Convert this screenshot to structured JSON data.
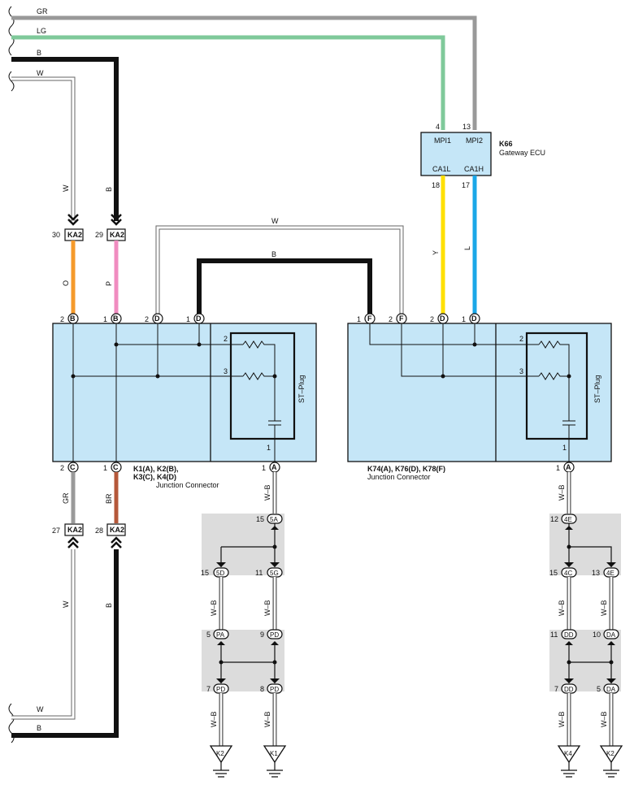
{
  "harness_wires": {
    "gr": "GR",
    "lg": "LG",
    "b_top": "B",
    "w_top": "W",
    "w_bottom": "W",
    "b_bottom": "B"
  },
  "wire_colors": {
    "GR": "#999999",
    "LG": "#7fc99a",
    "B": "#111111",
    "O": "#f59a2b",
    "P": "#f08cc0",
    "BR": "#b5583a",
    "Y": "#ffe000",
    "L": "#1aa7e8",
    "W": "#ffffff"
  },
  "gateway_ecu": {
    "id": "K66",
    "name": "Gateway ECU",
    "pins": {
      "mpi1": {
        "num": "4",
        "label": "MPI1"
      },
      "mpi2": {
        "num": "13",
        "label": "MPI2"
      },
      "ca1l": {
        "num": "18",
        "label": "CA1L",
        "wire": "Y"
      },
      "ca1h": {
        "num": "17",
        "label": "CA1H",
        "wire": "L"
      }
    }
  },
  "ka2_connectors": {
    "top_left": {
      "pin": "30",
      "name": "KA2",
      "wire_in": "W",
      "wire_out": "O"
    },
    "top_right": {
      "pin": "29",
      "name": "KA2",
      "wire_in": "B",
      "wire_out": "P"
    },
    "bottom_left": {
      "pin": "27",
      "name": "KA2",
      "wire_in": "GR",
      "wire_out": "W"
    },
    "bottom_right": {
      "pin": "28",
      "name": "KA2",
      "wire_in": "BR",
      "wire_out": "B"
    }
  },
  "bridge_wires": {
    "w": "W",
    "b": "B"
  },
  "left_junction": {
    "names_line1": "K1(A), K2(B),",
    "names_line2": "K3(C), K4(D)",
    "desc": "Junction Connector",
    "stplug": "ST–Plug",
    "top_pins": [
      {
        "num": "2",
        "letter": "B"
      },
      {
        "num": "1",
        "letter": "B"
      },
      {
        "num": "2",
        "letter": "D"
      },
      {
        "num": "1",
        "letter": "D"
      }
    ],
    "bottom_pins": [
      {
        "num": "2",
        "letter": "C"
      },
      {
        "num": "1",
        "letter": "C"
      },
      {
        "num": "1",
        "letter": "A"
      }
    ],
    "inner_pins": {
      "p2": "2",
      "p3": "3",
      "p1": "1"
    }
  },
  "right_junction": {
    "names_line1": "K74(A), K76(D), K78(F)",
    "desc": "Junction Connector",
    "stplug": "ST–Plug",
    "top_pins": [
      {
        "num": "1",
        "letter": "F"
      },
      {
        "num": "2",
        "letter": "F"
      },
      {
        "num": "2",
        "letter": "D"
      },
      {
        "num": "1",
        "letter": "D"
      }
    ],
    "bottom_pins": [
      {
        "num": "1",
        "letter": "A"
      }
    ],
    "inner_pins": {
      "p2": "2",
      "p3": "3",
      "p1": "1"
    }
  },
  "wire_wb": "W–B",
  "left_ground_tree": {
    "top": {
      "num": "15",
      "name": "5A"
    },
    "mid_left": {
      "num": "15",
      "name": "5D"
    },
    "mid_right": {
      "num": "11",
      "name": "5G"
    },
    "in_left": {
      "num": "5",
      "name": "PA"
    },
    "in_right": {
      "num": "9",
      "name": "PD"
    },
    "out_left": {
      "num": "7",
      "name": "PD"
    },
    "out_right": {
      "num": "8",
      "name": "PD"
    },
    "ground_left": "K2",
    "ground_right": "K1"
  },
  "right_ground_tree": {
    "top": {
      "num": "12",
      "name": "4E"
    },
    "mid_left": {
      "num": "15",
      "name": "4C"
    },
    "mid_right": {
      "num": "13",
      "name": "4E"
    },
    "in_left": {
      "num": "11",
      "name": "DD"
    },
    "in_right": {
      "num": "10",
      "name": "DA"
    },
    "out_left": {
      "num": "7",
      "name": "DD"
    },
    "out_right": {
      "num": "5",
      "name": "DA"
    },
    "ground_left": "K4",
    "ground_right": "K2"
  }
}
